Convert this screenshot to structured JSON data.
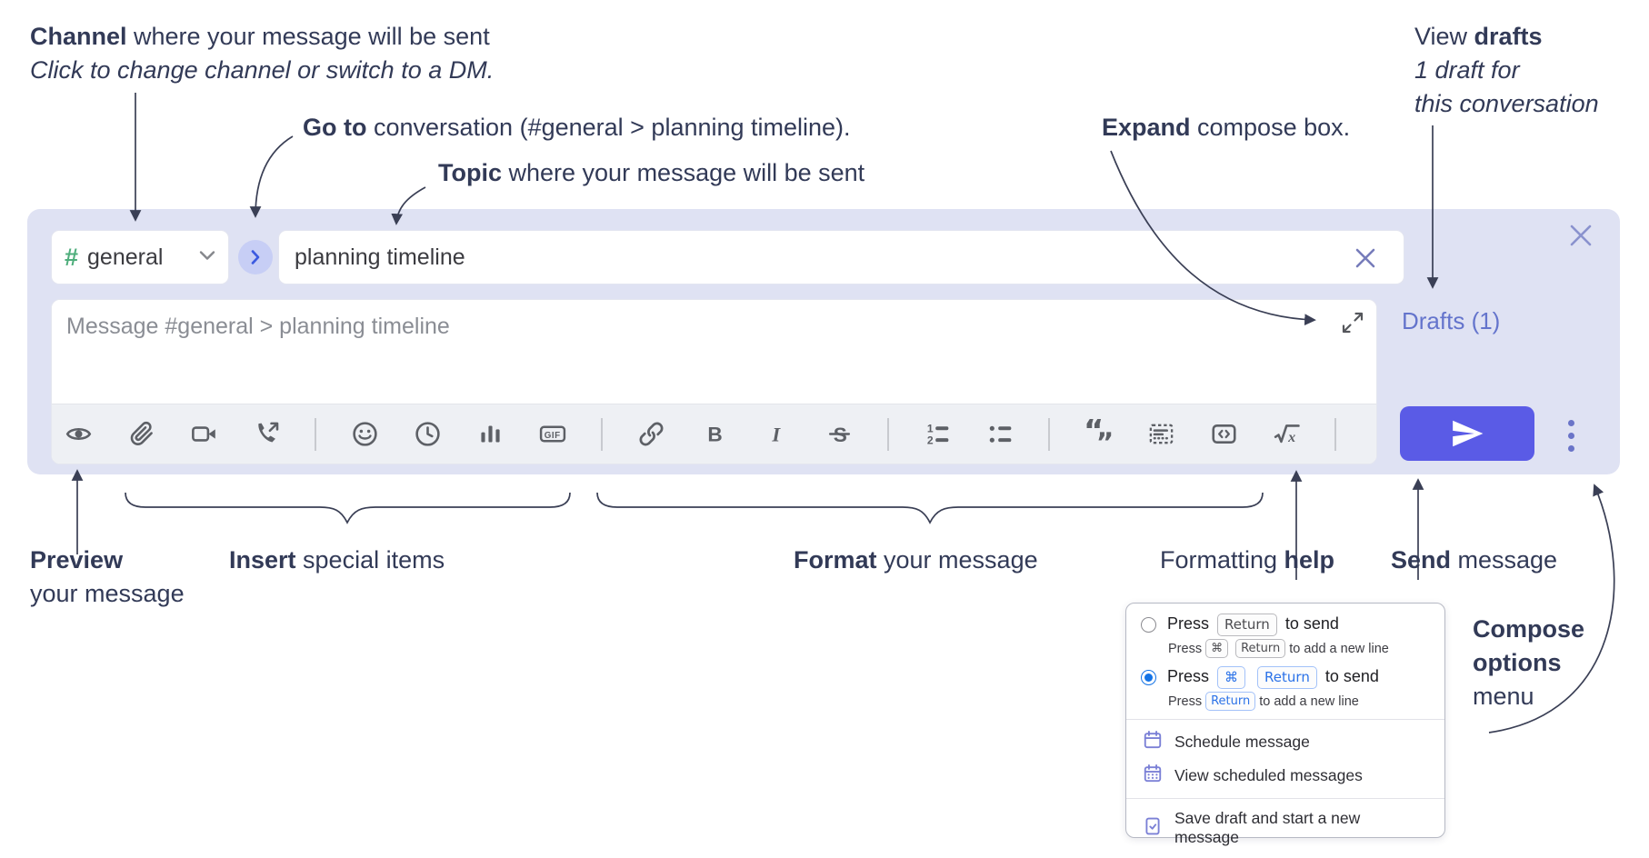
{
  "annotations": {
    "channel": {
      "bold": "Channel",
      "rest": " where your message will be sent",
      "line2": "Click to change channel or switch to a DM."
    },
    "goto": {
      "bold": "Go to",
      "rest": " conversation (#general > planning timeline)."
    },
    "topic": {
      "bold": "Topic",
      "rest": " where your message will be sent"
    },
    "expand": {
      "bold": "Expand",
      "rest": " compose box."
    },
    "drafts": {
      "line1_pre": "View ",
      "line1_bold": "drafts",
      "line2": "1 draft for",
      "line3": "this conversation"
    },
    "preview": {
      "bold": "Preview",
      "line2": "your message"
    },
    "insert": {
      "bold": "Insert",
      "rest": " special items"
    },
    "format": {
      "bold": "Format",
      "rest": " your message"
    },
    "formatting_help": {
      "pre": "Formatting ",
      "bold": "help"
    },
    "send": {
      "bold": "Send",
      "rest": " message"
    },
    "compose_options": {
      "bold1": "Compose",
      "bold2": "options",
      "line3": "menu"
    }
  },
  "compose": {
    "channel_selector": {
      "hash": "#",
      "label": "general"
    },
    "topic_input": {
      "value": "planning timeline"
    },
    "message_input": {
      "placeholder": "Message #general > planning timeline"
    },
    "drafts_link": "Drafts (1)",
    "toolbar": [
      "preview-eye-icon",
      "attach-paperclip-icon",
      "video-call-icon",
      "audio-call-icon",
      "divider",
      "emoji-icon",
      "time-clock-icon",
      "poll-chart-icon",
      "gif-icon",
      "divider",
      "link-icon",
      "bold-icon",
      "italic-icon",
      "strikethrough-icon",
      "divider",
      "numbered-list-icon",
      "bulleted-list-icon",
      "divider",
      "quote-icon",
      "spoiler-icon",
      "code-icon",
      "math-icon",
      "divider",
      "help-icon"
    ]
  },
  "popup": {
    "options": [
      {
        "selected": false,
        "main": [
          {
            "t": "Press"
          },
          {
            "k": "Return"
          },
          {
            "t": "to send"
          }
        ],
        "sub": [
          {
            "t": "Press"
          },
          {
            "k": "⌘"
          },
          {
            "k": "Return"
          },
          {
            "t": "to add a new line"
          }
        ]
      },
      {
        "selected": true,
        "main": [
          {
            "t": "Press"
          },
          {
            "k": "⌘",
            "blue": true
          },
          {
            "k": "Return",
            "blue": true
          },
          {
            "t": "to send"
          }
        ],
        "sub": [
          {
            "t": "Press"
          },
          {
            "k": "Return",
            "blue": true
          },
          {
            "t": "to add a new line"
          }
        ]
      }
    ],
    "menu_items": [
      {
        "icon": "calendar-icon",
        "label": "Schedule message"
      },
      {
        "icon": "calendar-grid-icon",
        "label": "View scheduled messages",
        "divider_after": true
      },
      {
        "icon": "save-draft-icon",
        "label": "Save draft and start a new message"
      }
    ]
  },
  "colors": {
    "container_bg": "#dfe2f3",
    "send_button": "#5a5be6",
    "drafts_link": "#6474cc",
    "channel_hash_green": "#4fae7c",
    "circle_button_bg": "#c7cef5",
    "circle_button_arrow": "#3c5ae0",
    "toolbar_icon": "#5d6066",
    "annotation_text": "#323a57",
    "radio_selected": "#1473e6",
    "keycap_blue": "#2b72e8",
    "popup_icon": "#7b80d6"
  }
}
